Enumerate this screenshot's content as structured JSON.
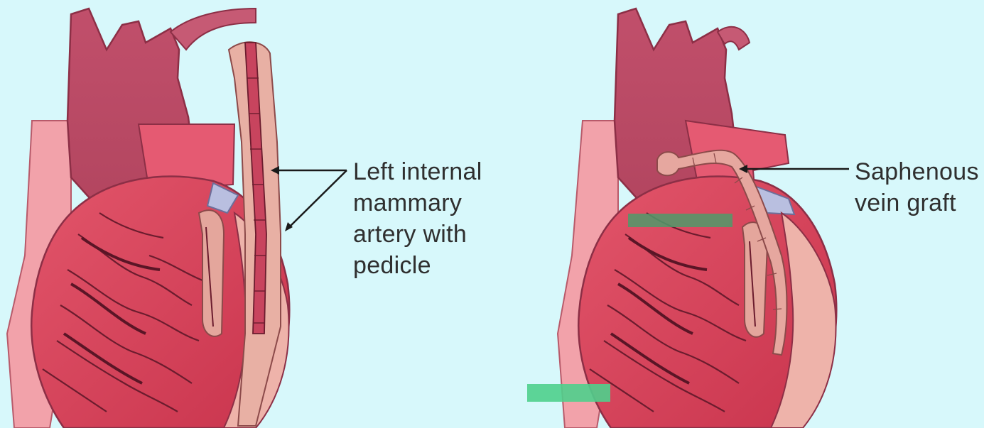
{
  "panels": [
    {
      "label_lines": [
        "Left internal",
        "mammary",
        "artery with",
        "pedicle"
      ]
    },
    {
      "label_lines": [
        "Saphenous",
        "vein graft"
      ]
    }
  ],
  "colors": {
    "background": "#d7f8fb",
    "aorta": "#c84f6e",
    "heart": "#d63e56",
    "vessel_back": "#f1a7ad",
    "graft": "#e6a79f",
    "label_text": "#2f2f2f",
    "overlay_bar": "#4fcf8c"
  }
}
